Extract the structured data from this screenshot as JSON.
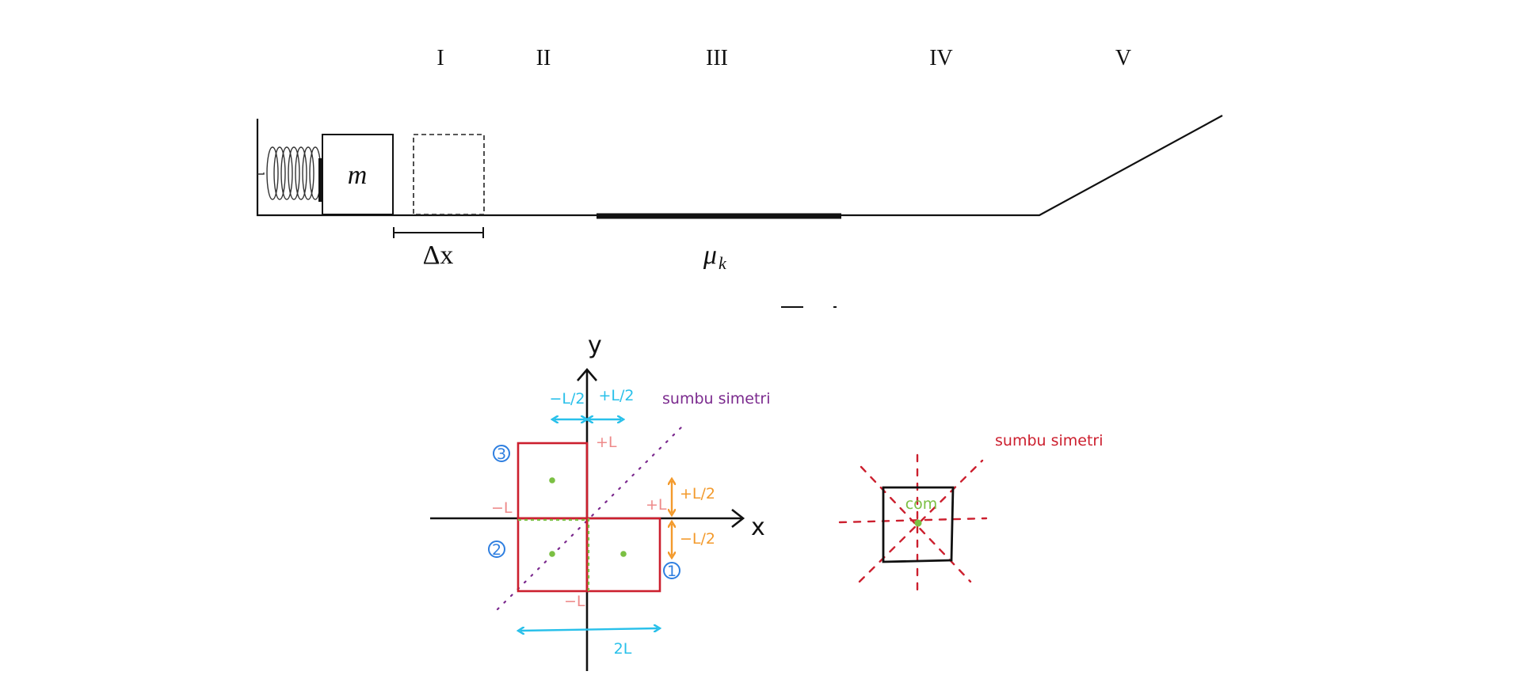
{
  "top_diagram": {
    "region_labels": [
      "I",
      "II",
      "III",
      "IV",
      "V"
    ],
    "mass_label": "m",
    "displacement_label": "Δx",
    "friction_symbol": "μ",
    "friction_subscript": "k"
  },
  "left_diagram": {
    "axis_x": "x",
    "axis_y": "y",
    "top_left_label": "−L/2",
    "top_right_label": "+L/2",
    "plus_L_top": "+L",
    "plus_L_right": "+L",
    "minus_L_left": "−L",
    "minus_L_bottom": "−L",
    "plus_half_right": "+L/2",
    "minus_half_right": "−L/2",
    "width_label": "2L",
    "symmetry_label": "sumbu simetri",
    "square_numbers": [
      "1",
      "2",
      "3"
    ]
  },
  "right_diagram": {
    "com_label": "com",
    "symmetry_label": "sumbu simetri"
  },
  "colors": {
    "line": "#111111",
    "red": "#cc1f2e",
    "cyan": "#29c0ea",
    "purple": "#7b2a8e",
    "orange": "#f39a2c",
    "pink": "#ee8a8a",
    "green": "#7bc043",
    "blue": "#2f7fe0"
  }
}
